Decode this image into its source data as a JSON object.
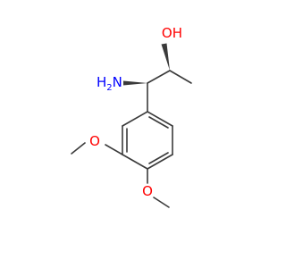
{
  "molecule": {
    "atoms": {
      "hydroxyl": "OH",
      "amine_n": "N",
      "amine_h": "H",
      "amine_h_count": "2",
      "methoxy_top_o": "O",
      "methoxy_bottom_o": "O"
    },
    "colors": {
      "bond": "#3a3a3a",
      "oxygen": "#ff0000",
      "nitrogen": "#0000ff"
    }
  }
}
